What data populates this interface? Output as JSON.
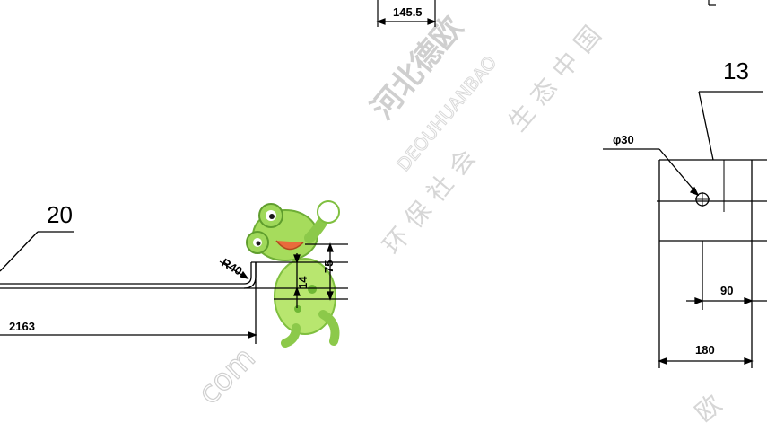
{
  "watermark": {
    "company": "河北德欧",
    "pinyin": "DEOUHUANBAO",
    "slogan_right": "生态中国",
    "slogan_left": "环保社会",
    "url_fragment": "com",
    "partial_char": "欧"
  },
  "drawing": {
    "top_dimension": "145.5",
    "part_13": "13",
    "hole_label": "φ30",
    "dim_90": "90",
    "dim_180": "180",
    "part_20": "20",
    "radius_label": "R40",
    "dim_2163": "2163",
    "dim_14": "14",
    "dim_75": "75"
  },
  "colors": {
    "line": "#000000",
    "watermark": "#cfcfcf",
    "mascot_green": "#8fd14f",
    "mascot_dark": "#4f9a2a"
  }
}
